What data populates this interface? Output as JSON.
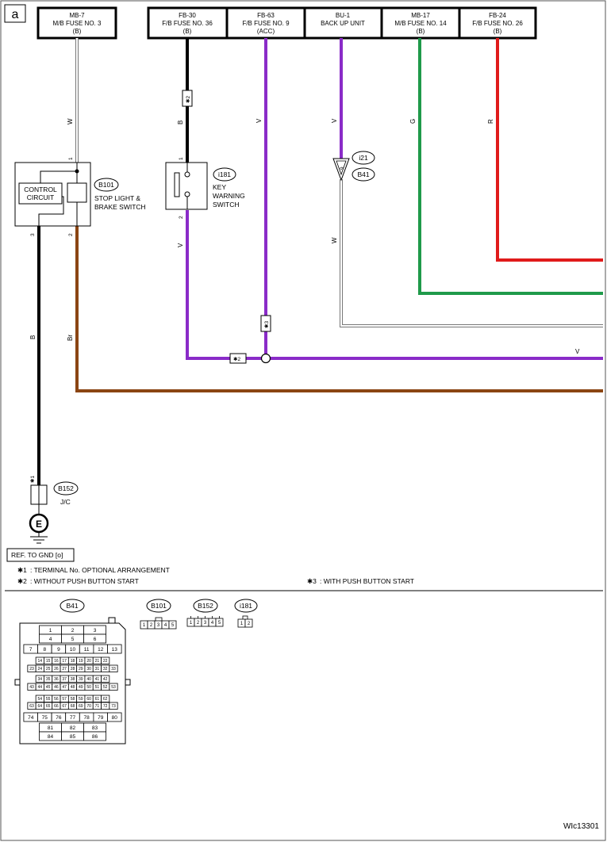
{
  "page_letter": "a",
  "diagram_id": "WIc13301",
  "fuses": [
    {
      "line1": "MB-7",
      "line2": "M/B FUSE NO. 3",
      "line3": "(B)"
    },
    {
      "line1": "FB-30",
      "line2": "F/B FUSE NO. 36",
      "line3": "(B)"
    },
    {
      "line1": "FB-63",
      "line2": "F/B FUSE NO. 9",
      "line3": "(ACC)"
    },
    {
      "line1": "BU-1",
      "line2": "BACK UP UNIT",
      "line3": ""
    },
    {
      "line1": "MB-17",
      "line2": "M/B FUSE NO. 14",
      "line3": "(B)"
    },
    {
      "line1": "FB-24",
      "line2": "F/B FUSE NO. 26",
      "line3": "(B)"
    }
  ],
  "wire_colors": {
    "W": "W",
    "B": "B",
    "V": "V",
    "G": "G",
    "R": "R",
    "Br": "Br"
  },
  "stop_switch": {
    "connector": "B101",
    "name1": "STOP LIGHT &",
    "name2": "BRAKE SWITCH",
    "circuit1": "CONTROL",
    "circuit2": "CIRCUIT",
    "pin_in": "1",
    "pin_3": "3",
    "pin_2": "2"
  },
  "key_switch": {
    "connector": "i181",
    "name1": "KEY",
    "name2": "WARNING",
    "name3": "SWITCH",
    "pin_1": "1",
    "pin_2": "2"
  },
  "bu_connector": {
    "conn1": "i21",
    "conn2": "B41",
    "pin": "9"
  },
  "jc": {
    "connector": "B152",
    "name": "J/C",
    "ground": "E"
  },
  "stars": {
    "s1": "✱1",
    "s2": "✱2",
    "s3": "✱3"
  },
  "ref_gnd": "REF. TO GND [o]",
  "notes": {
    "n1": ": TERMINAL No. OPTIONAL ARRANGEMENT",
    "n2": ": WITHOUT PUSH BUTTON START",
    "n3": ": WITH PUSH BUTTON START"
  },
  "connector_views": {
    "b41_label": "B41",
    "b41_rows": [
      [
        "1",
        "2",
        "3"
      ],
      [
        "4",
        "5",
        "6"
      ],
      [
        "7",
        "8",
        "9",
        "10",
        "11",
        "12",
        "13"
      ],
      [
        "14",
        "15",
        "16",
        "17",
        "18",
        "19",
        "20",
        "21",
        "22"
      ],
      [
        "23",
        "24",
        "25",
        "26",
        "27",
        "28",
        "29",
        "30",
        "31",
        "32",
        "33"
      ],
      [
        "34",
        "35",
        "36",
        "37",
        "38",
        "39",
        "40",
        "41",
        "42"
      ],
      [
        "43",
        "44",
        "45",
        "46",
        "47",
        "48",
        "49",
        "50",
        "51",
        "52",
        "53"
      ],
      [
        "54",
        "55",
        "56",
        "57",
        "58",
        "59",
        "60",
        "61",
        "62"
      ],
      [
        "63",
        "64",
        "65",
        "66",
        "67",
        "68",
        "69",
        "70",
        "71",
        "72",
        "73"
      ],
      [
        "74",
        "75",
        "76",
        "77",
        "78",
        "79",
        "80"
      ],
      [
        "81",
        "82",
        "83"
      ],
      [
        "84",
        "85",
        "86"
      ]
    ],
    "b101": {
      "label": "B101",
      "pins": [
        "1",
        "2",
        "3",
        "4",
        "5"
      ]
    },
    "b152": {
      "label": "B152",
      "pins": [
        "1",
        "2",
        "3",
        "4",
        "5"
      ]
    },
    "i181": {
      "label": "i181",
      "pins": [
        "1",
        "2"
      ]
    }
  },
  "colors": {
    "black": "#000000",
    "white_wire": "#c8c8c8",
    "violet": "#8a2bc8",
    "green": "#1f9a4a",
    "red": "#e01b1b",
    "brown": "#8b4513"
  }
}
